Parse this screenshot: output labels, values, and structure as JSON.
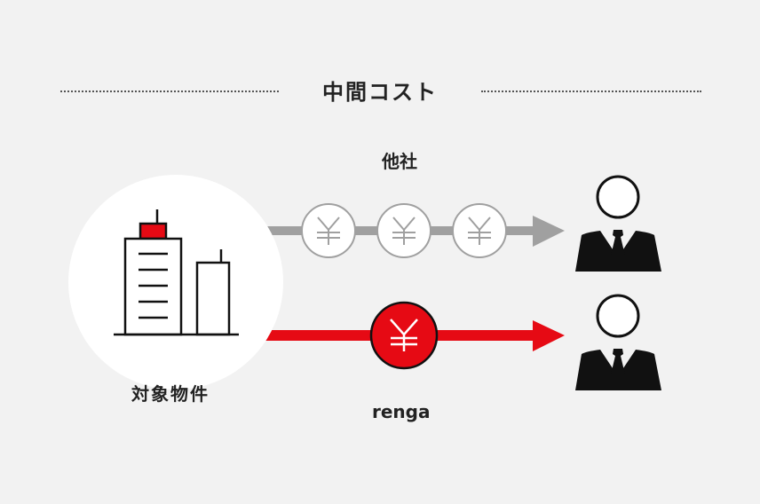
{
  "header": {
    "title": "中間コスト"
  },
  "labels": {
    "property": "対象物件",
    "other_companies": "他社",
    "renga": "renga"
  },
  "flows": [
    {
      "name": "other-companies",
      "coins": 3,
      "coin_glyph": "¥",
      "color": "#a0a0a0"
    },
    {
      "name": "renga",
      "coins": 1,
      "coin_glyph": "¥",
      "color": "#e60a14"
    }
  ],
  "colors": {
    "accent_red": "#e60a14",
    "gray": "#a0a0a0",
    "background": "#f2f2f2"
  }
}
